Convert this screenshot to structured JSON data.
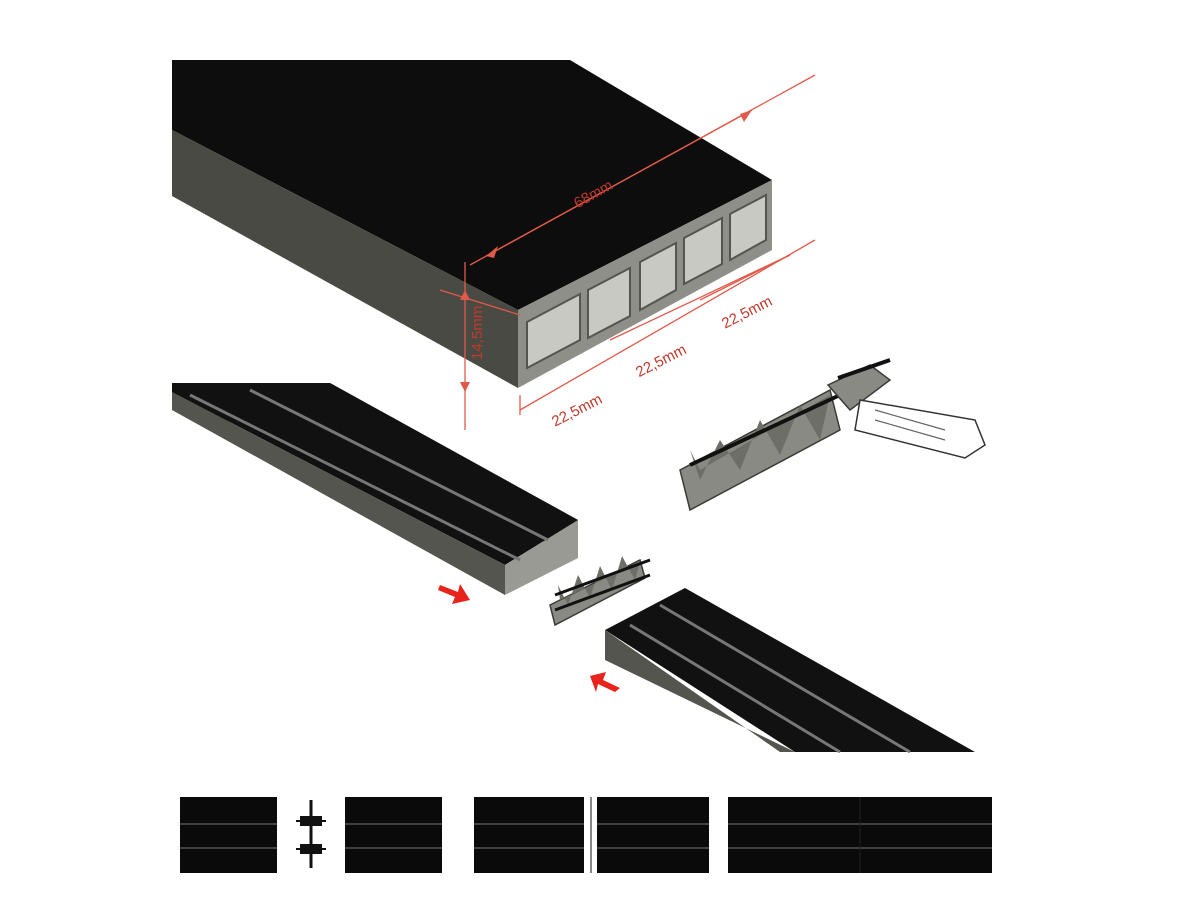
{
  "dimensions": {
    "length": "68mm",
    "height": "14,5mm",
    "slot_1": "22,5mm",
    "slot_2": "22,5mm",
    "slot_3": "22,5mm"
  },
  "colors": {
    "profile_top": "#0d0d0d",
    "profile_side": "#4a4a44",
    "profile_front": "#8a8a84",
    "connector": "#6e6e68",
    "dimension_line": "#e05a4a",
    "arrow": "#e8231c"
  }
}
